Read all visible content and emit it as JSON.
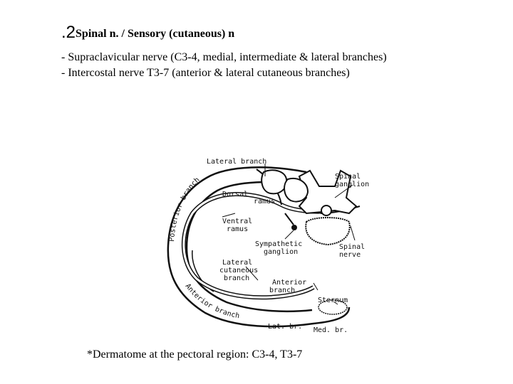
{
  "heading": {
    "number": ".2",
    "text": "Spinal n. / Sensory (cutaneous) n"
  },
  "bullets": [
    "- Supraclavicular nerve (C3-4, medial, intermediate & lateral branches)",
    "- Intercostal nerve T3-7 (anterior & lateral cutaneous branches)"
  ],
  "diagram": {
    "labels": {
      "lateral_branch": "Lateral  branch",
      "spinal_ganglion_1": "Spinal",
      "spinal_ganglion_2": "ganglion",
      "dorsal_ramus_1": "Dorsal",
      "dorsal_ramus_2": "ramus",
      "posterior_branch": "Posterior branch",
      "ventral_ramus_1": "Ventral",
      "ventral_ramus_2": "ramus",
      "sympathetic_ganglion_1": "Sympathetic",
      "sympathetic_ganglion_2": "ganglion",
      "spinal_nerve_1": "Spinal",
      "spinal_nerve_2": "nerve",
      "lateral_cutaneous_1": "Lateral",
      "lateral_cutaneous_2": "cutaneous",
      "lateral_cutaneous_3": "branch",
      "anterior_branch_1": "Anterior",
      "anterior_branch_2": "branch",
      "anterior_branch_curved": "Anterior branch",
      "sternum": "Sternum",
      "lat_br": "Lat. br.",
      "med_br": "Med. br."
    }
  },
  "footnote": "*Dermatome at the pectoral region: C3-4, T3-7"
}
